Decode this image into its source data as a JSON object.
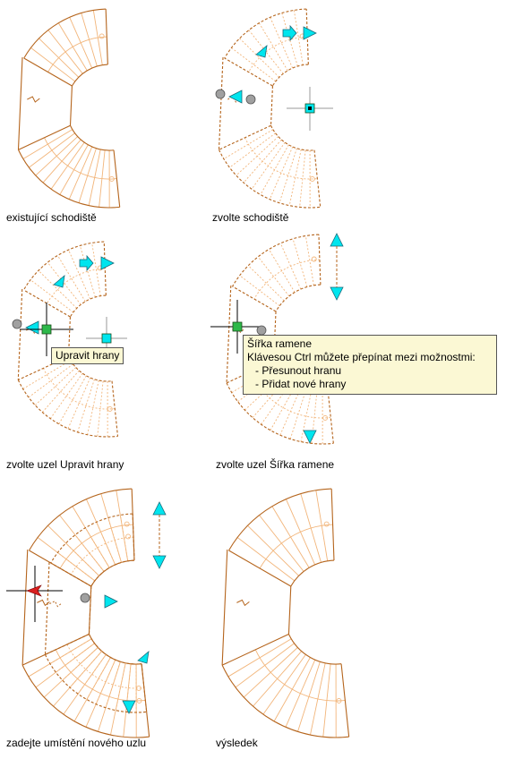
{
  "captions": {
    "c1": "existující schodiště",
    "c2": "zvolte schodiště",
    "c3": "zvolte uzel Upravit hrany",
    "c4": "zvolte uzel Šířka ramene",
    "c5": "zadejte umístění nového uzlu",
    "c6": "výsledek"
  },
  "tooltips": {
    "edit_edges": "Upravit hrany",
    "width": {
      "title": "Šířka ramene",
      "line1": "Klávesou Ctrl můžete přepínat mezi možnostmi:",
      "opt1": "- Přesunout hranu",
      "opt2": "- Přidat nové hrany"
    }
  },
  "colors": {
    "stair": "#b5651d",
    "tread": "#f2b57a",
    "grip": "#00e5ee",
    "node": "#2db84a",
    "circle_grip": "#a0a0a0",
    "new_node": "#d82020"
  }
}
